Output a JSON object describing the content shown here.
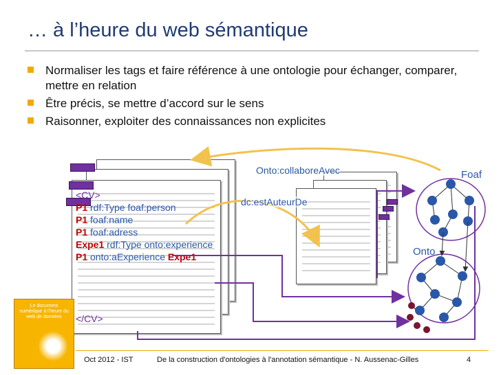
{
  "slide": {
    "title": "… à l’heure du web sémantique",
    "bullets": [
      "Normaliser les tags et faire référence à une ontologie pour échanger, comparer, mettre en relation",
      "Être précis, se mettre d’accord sur le sens",
      "Raisonner, exploiter des connaissances non explicites"
    ]
  },
  "diagram": {
    "code_lines": {
      "cv_open": "<CV>",
      "l1_subj": "P1",
      "l1_rest": " rdf:Type  foaf:person",
      "l2_subj": "P1",
      "l2_rest": " foaf:name  ",
      "l3_subj": "P1",
      "l3_rest": " foaf:adress  ",
      "l4_subj": "Expe1",
      "l4_rest": " rdf:Type   onto:experience",
      "l5_subj": "P1",
      "l5_mid": " onto:aExperience ",
      "l5_obj": "Expe1",
      "cv_close": "</CV>"
    },
    "labels": {
      "collabore": "Onto:collaboreAvec",
      "auteur": "dc:estAuteurDe",
      "foaf": "Foaf",
      "onto": "Onto"
    },
    "book_title": "Le document numérique à l’heure du web de données",
    "colors": {
      "tag": "#7030a0",
      "arrow_curve": "#f2c24e",
      "link": "#7030a0",
      "node": "#7a1530"
    }
  },
  "footer": {
    "date": "Oct 2012 - IST",
    "text": "De la construction d'ontologies à l'annotation sémantique - N. Aussenac-Gilles",
    "page": "4"
  }
}
